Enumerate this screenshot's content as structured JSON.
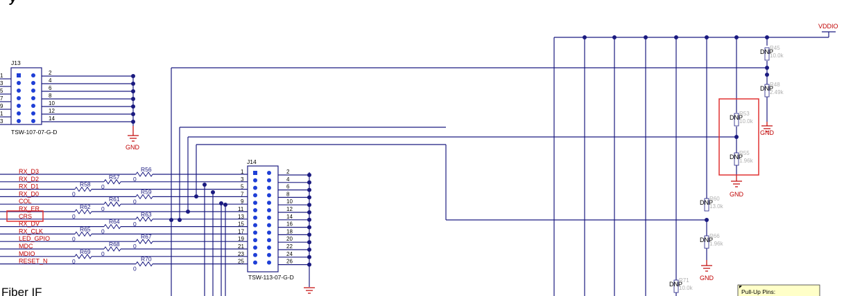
{
  "header": {
    "title_fragment": "y",
    "footer_fragment": "Fiber IF"
  },
  "power": {
    "label": "VDDIO"
  },
  "ground": {
    "label": "GND"
  },
  "j13": {
    "ref": "J13",
    "part": "TSW-107-07-G-D",
    "left_pins": [
      "1",
      "3",
      "5",
      "7",
      "9",
      "1",
      "3"
    ],
    "right_pins": [
      "2",
      "4",
      "6",
      "8",
      "10",
      "12",
      "14"
    ]
  },
  "j14": {
    "ref": "J14",
    "part": "TSW-113-07-G-D",
    "left_pins": [
      "1",
      "3",
      "5",
      "7",
      "9",
      "11",
      "13",
      "15",
      "17",
      "19",
      "21",
      "23",
      "25"
    ],
    "right_pins": [
      "2",
      "4",
      "6",
      "8",
      "10",
      "12",
      "14",
      "16",
      "18",
      "20",
      "22",
      "24",
      "26"
    ]
  },
  "nets": [
    "RX_D3",
    "RX_D2",
    "RX_D1",
    "RX_D0",
    "COL",
    "RX_ER",
    "CRS",
    "RX_DV",
    "RX_CLK",
    "LED_GPIO",
    "MDC",
    "MDIO",
    "RESET_N"
  ],
  "series_resistors": [
    {
      "ref": "R56",
      "value": "0"
    },
    {
      "ref": "R57",
      "value": "0"
    },
    {
      "ref": "R58",
      "value": "0"
    },
    {
      "ref": "R59",
      "value": "0"
    },
    {
      "ref": "R61",
      "value": "0"
    },
    {
      "ref": "R62",
      "value": "0"
    },
    {
      "ref": "R63",
      "value": "0"
    },
    {
      "ref": "R64",
      "value": "0"
    },
    {
      "ref": "R65",
      "value": "0"
    },
    {
      "ref": "R67",
      "value": "0"
    },
    {
      "ref": "R68",
      "value": "0"
    },
    {
      "ref": "R69",
      "value": "0"
    },
    {
      "ref": "R70",
      "value": "0"
    }
  ],
  "strap_resistors": [
    {
      "ref": "R45",
      "value": "10.0k",
      "dnp": "DNP"
    },
    {
      "ref": "R48",
      "value": "2.49k",
      "dnp": "DNP"
    },
    {
      "ref": "R53",
      "value": "10.0k",
      "dnp": "DNP"
    },
    {
      "ref": "R55",
      "value": "1.96k",
      "dnp": "DNP"
    },
    {
      "ref": "R60",
      "value": "13.0k",
      "dnp": "DNP"
    },
    {
      "ref": "R66",
      "value": "1.96k",
      "dnp": "DNP"
    },
    {
      "ref": "R71",
      "value": "10.0k",
      "dnp": "DNP"
    }
  ],
  "note": {
    "title": "Pull-Up Pins:"
  },
  "colors": {
    "wire": "#1a1a80",
    "net_label": "#c00000",
    "highlight": "#e03030",
    "pin_dot": "#1f3fd6",
    "note_bg": "#ffffc8"
  }
}
